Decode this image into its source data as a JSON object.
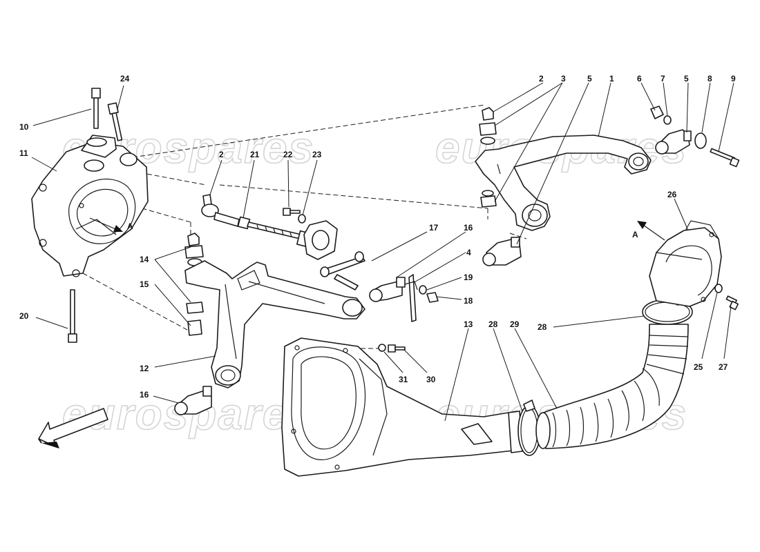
{
  "watermark": {
    "text": "eurospares"
  },
  "view_marker": {
    "letter": "A"
  },
  "callouts": [
    {
      "id": "c-24",
      "label": "24"
    },
    {
      "id": "c-10",
      "label": "10"
    },
    {
      "id": "c-11",
      "label": "11"
    },
    {
      "id": "c-2a",
      "label": "2"
    },
    {
      "id": "c-21",
      "label": "21"
    },
    {
      "id": "c-22",
      "label": "22"
    },
    {
      "id": "c-23",
      "label": "23"
    },
    {
      "id": "c-14",
      "label": "14"
    },
    {
      "id": "c-15",
      "label": "15"
    },
    {
      "id": "c-20",
      "label": "20"
    },
    {
      "id": "c-12",
      "label": "12"
    },
    {
      "id": "c-16a",
      "label": "16"
    },
    {
      "id": "c-17",
      "label": "17"
    },
    {
      "id": "c-16b",
      "label": "16"
    },
    {
      "id": "c-4",
      "label": "4"
    },
    {
      "id": "c-19",
      "label": "19"
    },
    {
      "id": "c-18",
      "label": "18"
    },
    {
      "id": "c-31",
      "label": "31"
    },
    {
      "id": "c-30",
      "label": "30"
    },
    {
      "id": "c-13",
      "label": "13"
    },
    {
      "id": "c-28a",
      "label": "28"
    },
    {
      "id": "c-29",
      "label": "29"
    },
    {
      "id": "c-28b",
      "label": "28"
    },
    {
      "id": "c-2b",
      "label": "2"
    },
    {
      "id": "c-3",
      "label": "3"
    },
    {
      "id": "c-5a",
      "label": "5"
    },
    {
      "id": "c-1",
      "label": "1"
    },
    {
      "id": "c-6",
      "label": "6"
    },
    {
      "id": "c-7",
      "label": "7"
    },
    {
      "id": "c-5b",
      "label": "5"
    },
    {
      "id": "c-8",
      "label": "8"
    },
    {
      "id": "c-9",
      "label": "9"
    },
    {
      "id": "c-26",
      "label": "26"
    },
    {
      "id": "c-25",
      "label": "25"
    },
    {
      "id": "c-27",
      "label": "27"
    }
  ]
}
